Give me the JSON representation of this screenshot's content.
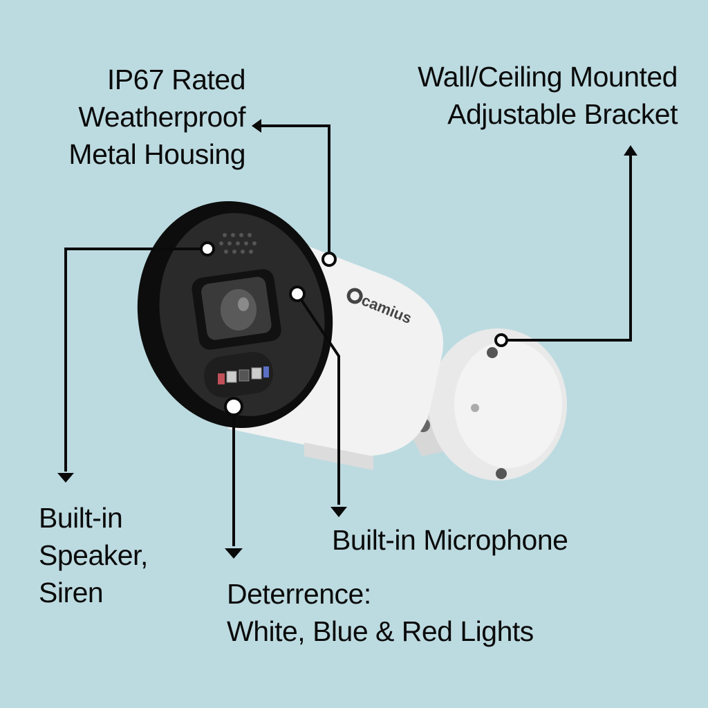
{
  "product": {
    "brand": "camius",
    "type": "bullet security camera"
  },
  "labels": {
    "housing": "IP67 Rated\nWeatherproof\nMetal Housing",
    "bracket": "Wall/Ceiling Mounted\nAdjustable Bracket",
    "speaker": "Built-in\nSpeaker,\nSiren",
    "microphone": "Built-in Microphone",
    "deterrence": "Deterrence:\nWhite, Blue & Red Lights"
  },
  "colors": {
    "background": "#bcdbe1",
    "text": "#0a0a0a",
    "callout_line": "#0a0a0a"
  }
}
